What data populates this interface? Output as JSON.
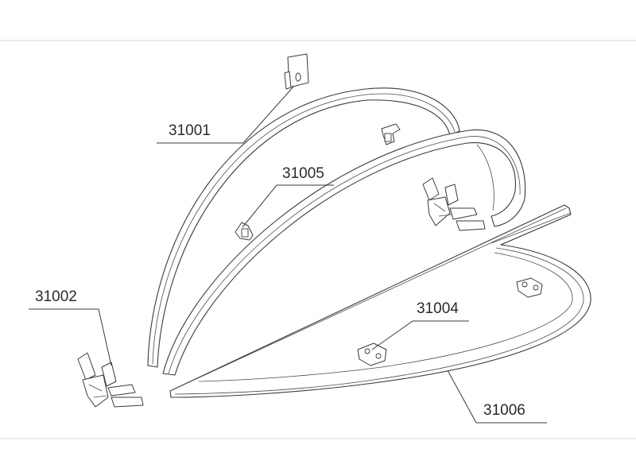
{
  "labels": {
    "p31001": "31001",
    "p31005": "31005",
    "p31002": "31002",
    "p31004": "31004",
    "p31006": "31006"
  },
  "colors": {
    "line": "#3a3a3a",
    "background": "#ffffff",
    "frame": "#d9d9d9"
  }
}
